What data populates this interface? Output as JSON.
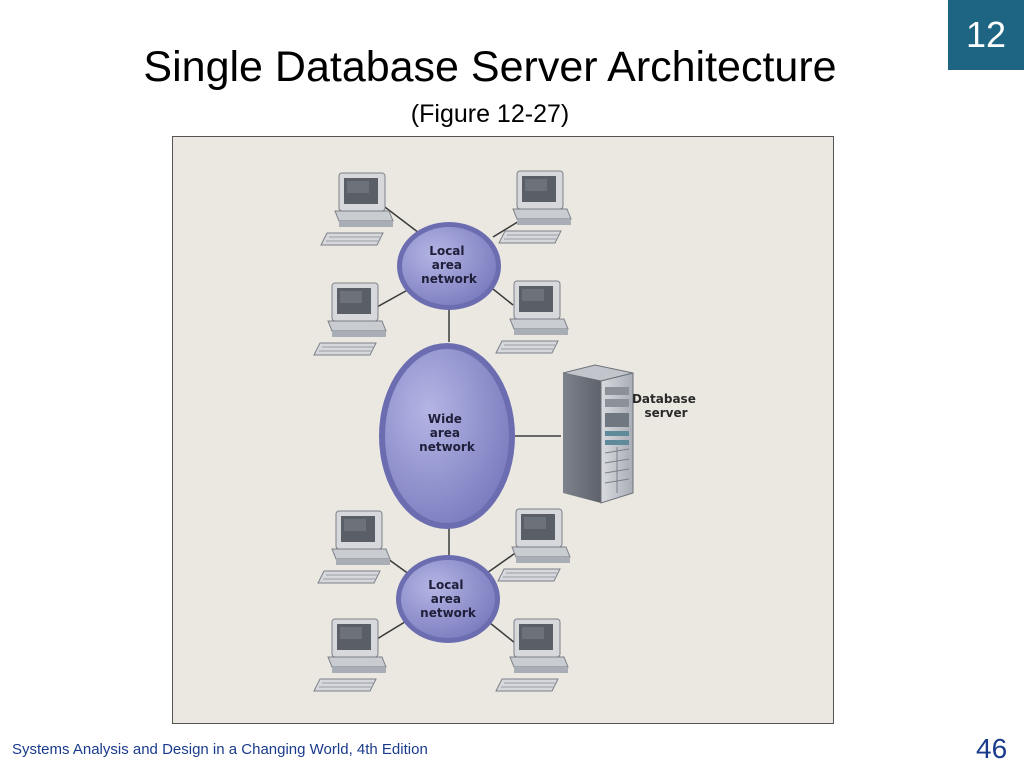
{
  "slide": {
    "chapter_number": "12",
    "title": "Single Database Server Architecture",
    "subtitle": "(Figure 12-27)",
    "footer": "Systems Analysis and Design in a Changing World, 4th Edition",
    "page_number": "46"
  },
  "diagram": {
    "lan_top": [
      "Local",
      "area",
      "network"
    ],
    "wan": [
      "Wide",
      "area",
      "network"
    ],
    "lan_bottom": [
      "Local",
      "area",
      "network"
    ],
    "server": [
      "Database",
      "server"
    ],
    "icons": [
      "workstation-icon",
      "server-tower-icon"
    ],
    "colors": {
      "network_fill": "#8e8fcc",
      "network_light": "#b4b5e4",
      "background": "#ebe8e1",
      "lines": "#3a3a3a"
    }
  }
}
